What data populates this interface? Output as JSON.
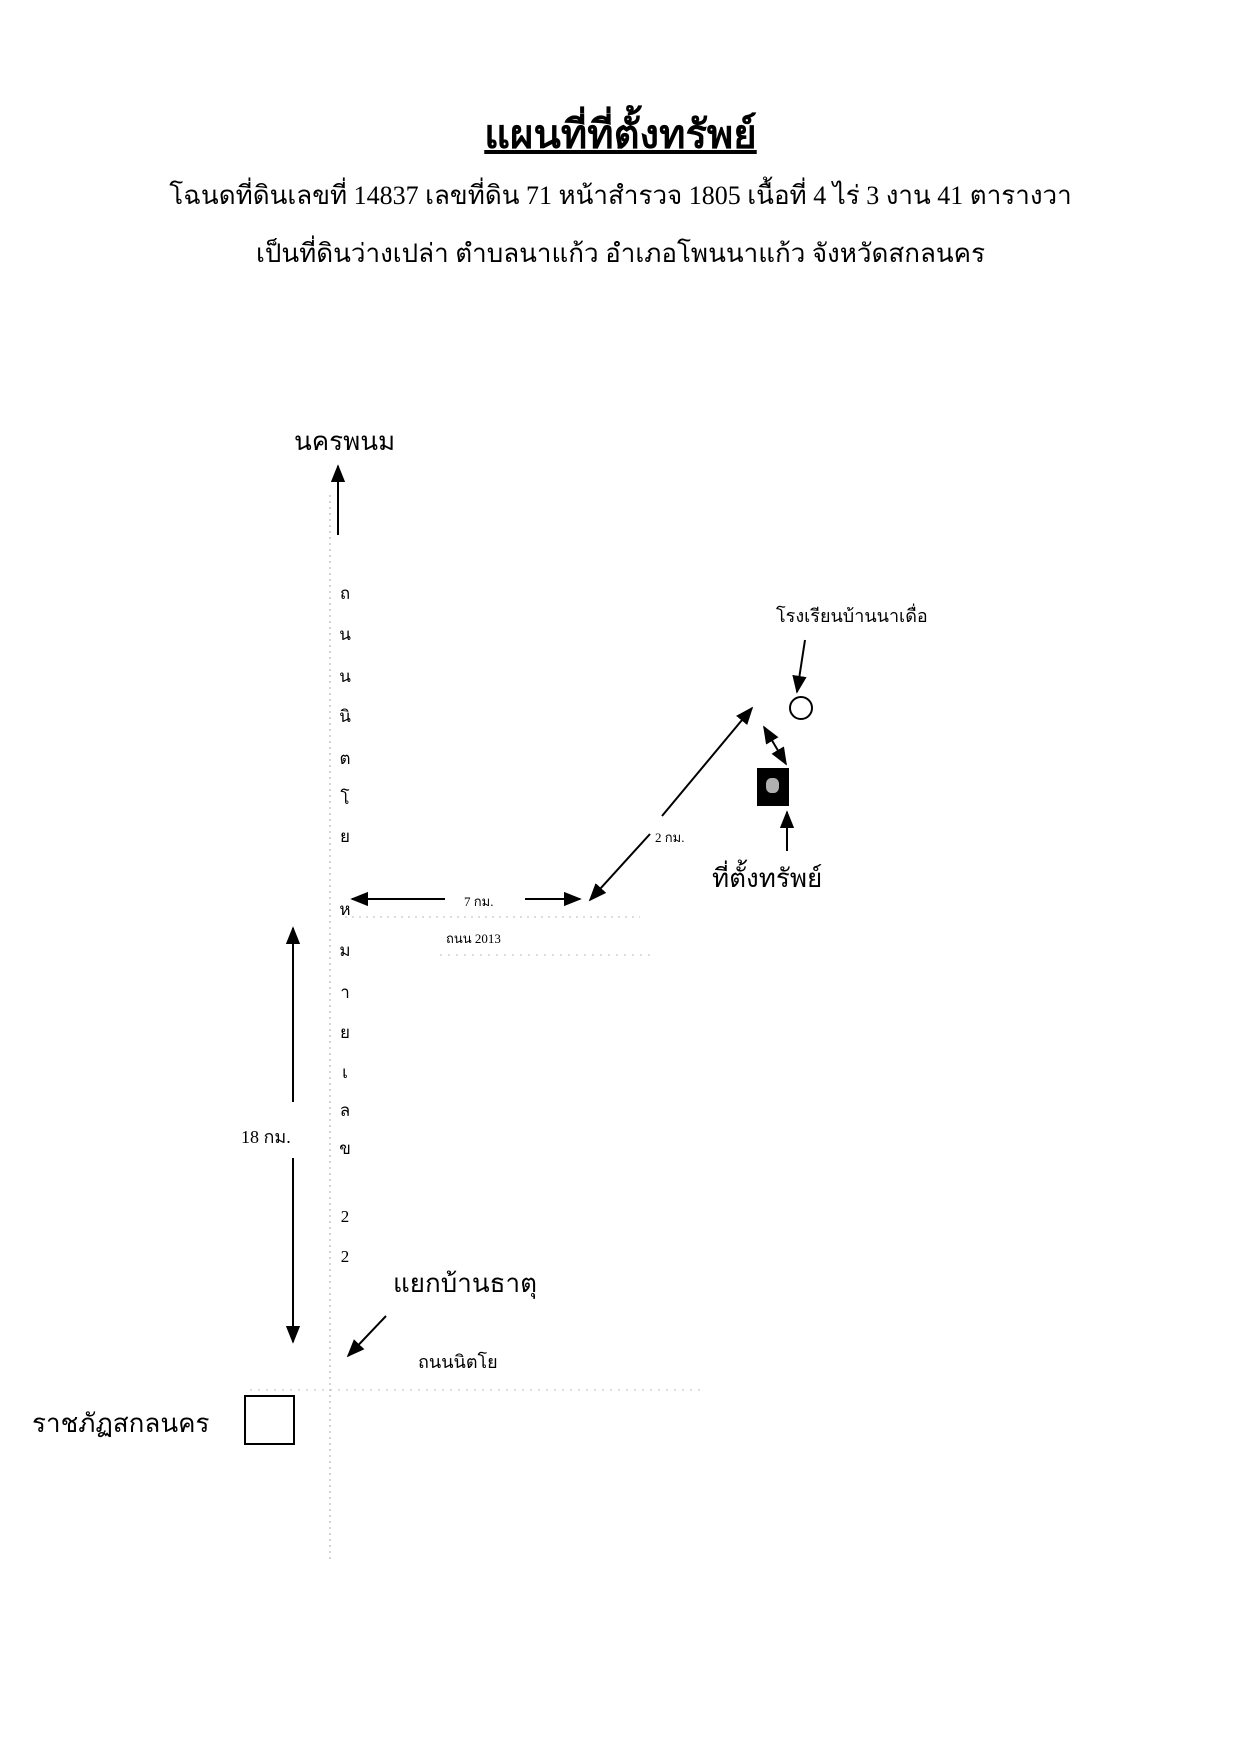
{
  "header": {
    "title": "แผนที่ที่ตั้งทรัพย์",
    "line1": "โฉนดที่ดินเลขที่ 14837  เลขที่ดิน 71  หน้าสำรวจ 1805  เนื้อที่ 4 ไร่ 3 งาน 41 ตารางวา",
    "line2": "เป็นที่ดินว่างเปล่า  ตำบลนาแก้ว   อำเภอโพนนาแก้ว   จังหวัดสกลนคร"
  },
  "map": {
    "north_label": "นครพนม",
    "road_upper_chars": [
      "ถ",
      "น",
      "น",
      "นิ",
      "ต",
      "โ",
      "ย"
    ],
    "road_lower_chars": [
      "ห",
      "ม",
      "า",
      "ย",
      "เ",
      "ล",
      "ข",
      "2",
      "2"
    ],
    "school_label": "โรงเรียนบ้านนาเดื่อ",
    "property_label": "ที่ตั้งทรัพย์",
    "distance_east": "7 กม.",
    "distance_diag": "2 กม.",
    "distance_south": "18 กม.",
    "road_2013_label": "ถนน 2013",
    "junction_label": "แยกบ้านธาตุ",
    "road_bottom_label": "ถนนนิตโย",
    "university_label": "ราชภัฏสกลนคร"
  }
}
